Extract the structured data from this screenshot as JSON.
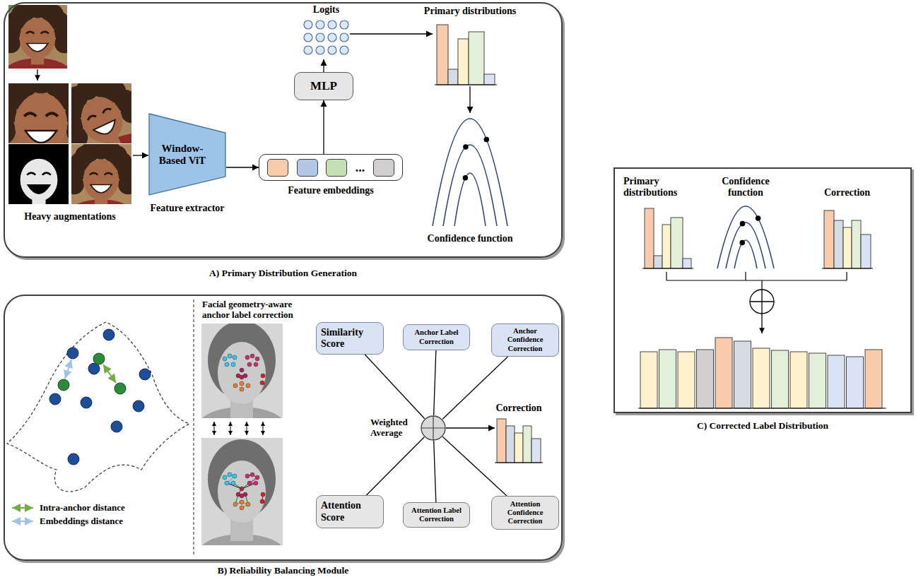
{
  "diagram": {
    "nodes": [
      {
        "text": [
          "A) Primary Distribution Generation"
        ]
      },
      {
        "text": [
          "Heavy augmentations"
        ],
        "in": 0
      },
      {
        "text": [
          "Window-Based ViT",
          "Feature extractor"
        ],
        "in": 0
      },
      {
        "text": [
          "...",
          "Feature embeddings"
        ],
        "in": 0
      },
      {
        "text": [
          "MLP"
        ],
        "in": 0
      },
      {
        "text": [
          "Logits"
        ],
        "in": 0
      },
      {
        "text": [
          "Primary distributions"
        ],
        "in": 0
      },
      {
        "text": [
          "Confidence function"
        ],
        "in": 0
      },
      {
        "text": [
          "B) Reliability Balancing Module"
        ]
      },
      {
        "text": [
          "Similarity Score"
        ],
        "in": 8
      },
      {
        "text": [
          "Anchor Label Correction"
        ],
        "in": 8
      },
      {
        "text": [
          "Anchor Confidence Correction"
        ],
        "in": 8
      },
      {
        "text": [
          "Weighted Average"
        ],
        "in": 8
      },
      {
        "text": [
          "Correction"
        ],
        "in": 8
      },
      {
        "text": [
          "Attention Score"
        ],
        "in": 8
      },
      {
        "text": [
          "Attention Label Correction"
        ],
        "in": 8
      },
      {
        "text": [
          "Attention Confidence Correction"
        ],
        "in": 8
      },
      {
        "text": [
          "C) Corrected Label Distribution"
        ]
      },
      {
        "text": [
          "Primary distributions"
        ],
        "in": 17
      },
      {
        "text": [
          "Confidence function"
        ],
        "in": 17
      },
      {
        "text": [
          "Correction"
        ],
        "in": 17
      }
    ],
    "edges": [
      {
        "from": 1,
        "to": 2,
        "arrow": "to"
      },
      {
        "from": 2,
        "to": 3,
        "arrow": "to"
      },
      {
        "from": 3,
        "to": 4,
        "arrow": "to"
      },
      {
        "from": 4,
        "to": 5,
        "arrow": "to"
      },
      {
        "from": 5,
        "to": 6,
        "arrow": "to"
      },
      {
        "from": 6,
        "to": 7,
        "arrow": "to"
      },
      {
        "from": 9,
        "to": 12,
        "arrow": "none"
      },
      {
        "from": 10,
        "to": 12,
        "arrow": "none"
      },
      {
        "from": 11,
        "to": 12,
        "arrow": "none"
      },
      {
        "from": 14,
        "to": 12,
        "arrow": "none"
      },
      {
        "from": 15,
        "to": 12,
        "arrow": "none"
      },
      {
        "from": 16,
        "to": 12,
        "arrow": "none"
      },
      {
        "from": 12,
        "to": 13,
        "arrow": "to"
      }
    ],
    "labels": [
      "Facial geometry-aware anchor label correction"
    ],
    "legend": [
      {
        "text": "Intra-anchor distance"
      },
      {
        "text": "Embeddings distance"
      }
    ]
  }
}
